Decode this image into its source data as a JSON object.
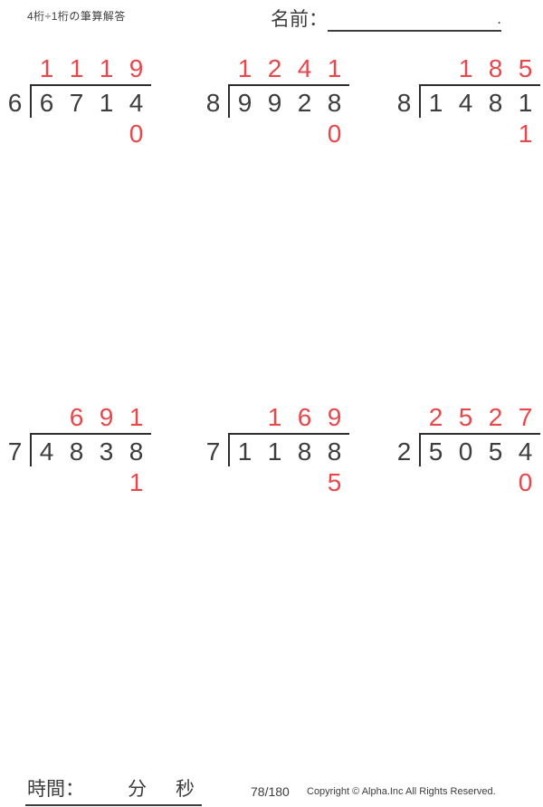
{
  "header": {
    "title": "4桁÷1桁の筆算解答",
    "name_label": "名前：",
    "name_line_end": "."
  },
  "problems": [
    {
      "divisor": "6",
      "dividend": [
        "6",
        "7",
        "1",
        "4"
      ],
      "quotient": [
        "1",
        "1",
        "1",
        "9"
      ],
      "remainder": [
        "",
        "",
        "",
        "0"
      ]
    },
    {
      "divisor": "8",
      "dividend": [
        "9",
        "9",
        "2",
        "8"
      ],
      "quotient": [
        "1",
        "2",
        "4",
        "1"
      ],
      "remainder": [
        "",
        "",
        "",
        "0"
      ]
    },
    {
      "divisor": "8",
      "dividend": [
        "1",
        "4",
        "8",
        "1"
      ],
      "quotient": [
        "",
        "1",
        "8",
        "5"
      ],
      "remainder": [
        "",
        "",
        "",
        "1"
      ]
    },
    {
      "divisor": "7",
      "dividend": [
        "4",
        "8",
        "3",
        "8"
      ],
      "quotient": [
        "",
        "6",
        "9",
        "1"
      ],
      "remainder": [
        "",
        "",
        "",
        "1"
      ]
    },
    {
      "divisor": "7",
      "dividend": [
        "1",
        "1",
        "8",
        "8"
      ],
      "quotient": [
        "",
        "1",
        "6",
        "9"
      ],
      "remainder": [
        "",
        "",
        "",
        "5"
      ]
    },
    {
      "divisor": "2",
      "dividend": [
        "5",
        "0",
        "5",
        "4"
      ],
      "quotient": [
        "2",
        "5",
        "2",
        "7"
      ],
      "remainder": [
        "",
        "",
        "",
        "0"
      ]
    }
  ],
  "footer": {
    "time_label": "時間：",
    "minutes_label": "分",
    "seconds_label": "秒",
    "page_number": "78/180",
    "copyright": "Copyright © Alpha.Inc All Rights Reserved."
  },
  "colors": {
    "answer_red": "#e8474c",
    "ink": "#3d3d3d",
    "line": "#2e2e2e"
  }
}
